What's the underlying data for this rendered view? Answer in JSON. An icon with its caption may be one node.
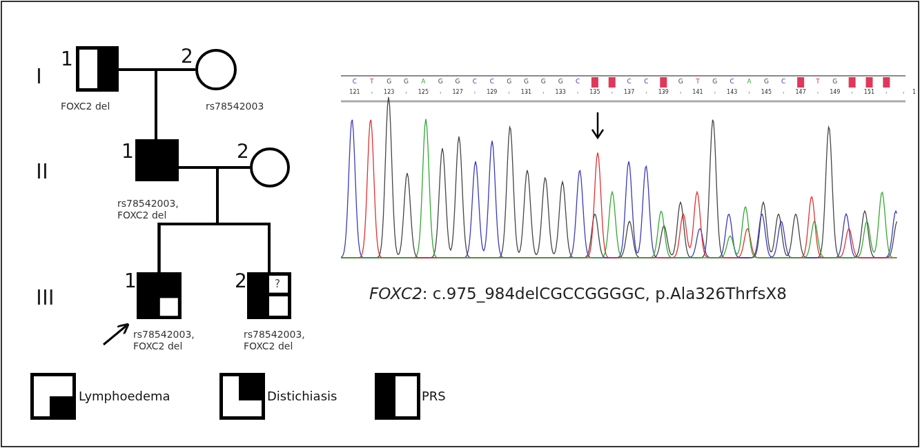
{
  "diagram": {
    "nodes": [
      {
        "text": [],
        "shape": "box",
        "beside": [
          "1",
          "FOXC2 del"
        ]
      },
      {
        "text": [],
        "shape": "circle",
        "beside": [
          "2",
          "rs78542003"
        ]
      },
      {
        "text": [],
        "shape": "box",
        "beside": [
          "1",
          "rs78542003, FOXC2 del"
        ]
      },
      {
        "text": [],
        "shape": "circle",
        "beside": [
          "2"
        ]
      },
      {
        "text": [],
        "shape": "box",
        "beside": [
          "1",
          "rs78542003, FOXC2 del"
        ]
      },
      {
        "text": [
          "?"
        ],
        "beside": [
          "2",
          "rs78542003, FOXC2 del"
        ]
      }
    ],
    "edges": [
      {
        "from": 0,
        "to": 1,
        "arrow": "none"
      },
      {
        "from": 0,
        "to": 2,
        "arrow": "none"
      },
      {
        "from": 1,
        "to": 2,
        "arrow": "none"
      },
      {
        "from": 2,
        "to": 3,
        "arrow": "none"
      },
      {
        "from": 2,
        "to": 4,
        "arrow": "none"
      },
      {
        "from": 3,
        "to": 4,
        "arrow": "none"
      },
      {
        "from": 2,
        "to": 5,
        "arrow": "none"
      },
      {
        "from": 3,
        "to": 5,
        "arrow": "none"
      },
      {
        "from": null,
        "to": 4,
        "arrow": "to"
      }
    ],
    "labels": [
      "I",
      "II",
      "III",
      "C",
      "T",
      "G",
      "G",
      "A",
      "G",
      "G",
      "C",
      "C",
      "G",
      "G",
      "G",
      "G",
      "C",
      "C",
      "C",
      "G",
      "T",
      "G",
      "C",
      "A",
      "G",
      "C",
      "T",
      "G",
      "121",
      "123",
      "125",
      "127",
      "129",
      "131",
      "133",
      "135",
      "137",
      "139",
      "141",
      "143",
      "145",
      "147",
      "149",
      "151",
      "1",
      "*FOXC2*: c.975_984delCGCCGGGGC, p.Ala326ThrfsX8"
    ],
    "legend": [
      {
        "text": "Lymphoedema"
      },
      {
        "text": "Distichiasis"
      },
      {
        "text": "PRS"
      }
    ]
  }
}
